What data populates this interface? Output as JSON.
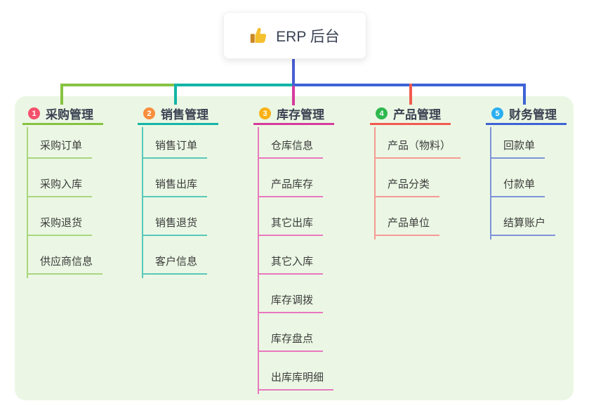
{
  "root": {
    "label": "ERP 后台",
    "icon": "thumbs-up-icon"
  },
  "panel": {
    "bg": "#ebf7e4"
  },
  "connector_colors": {
    "root_line": "#4a5ed2",
    "green": "#87c342",
    "teal": "#13b5a6",
    "magenta": "#d63b9d",
    "red": "#f25a50",
    "blue": "#3e63d6"
  },
  "branches": [
    {
      "index": "1",
      "title": "采购管理",
      "badge_color": "#f4516c",
      "line_color": "#87c342",
      "child_line_color": "#a9d67e",
      "children": [
        "采购订单",
        "采购入库",
        "采购退货",
        "供应商信息"
      ]
    },
    {
      "index": "2",
      "title": "销售管理",
      "badge_color": "#f98e3d",
      "line_color": "#13b5a6",
      "child_line_color": "#57c8b9",
      "children": [
        "销售订单",
        "销售出库",
        "销售退货",
        "客户信息"
      ]
    },
    {
      "index": "3",
      "title": "库存管理",
      "badge_color": "#f9b115",
      "line_color": "#d63b9d",
      "child_line_color": "#e878be",
      "children": [
        "仓库信息",
        "产品库存",
        "其它出库",
        "其它入库",
        "库存调拨",
        "库存盘点",
        "出库库明细"
      ]
    },
    {
      "index": "4",
      "title": "产品管理",
      "badge_color": "#2eb84e",
      "line_color": "#f25a50",
      "child_line_color": "#f79a93",
      "children": [
        "产品（物料）",
        "产品分类",
        "产品单位"
      ]
    },
    {
      "index": "5",
      "title": "财务管理",
      "badge_color": "#2aaef0",
      "line_color": "#3e63d6",
      "child_line_color": "#7e93da",
      "children": [
        "回款单",
        "付款单",
        "结算账户"
      ]
    }
  ]
}
